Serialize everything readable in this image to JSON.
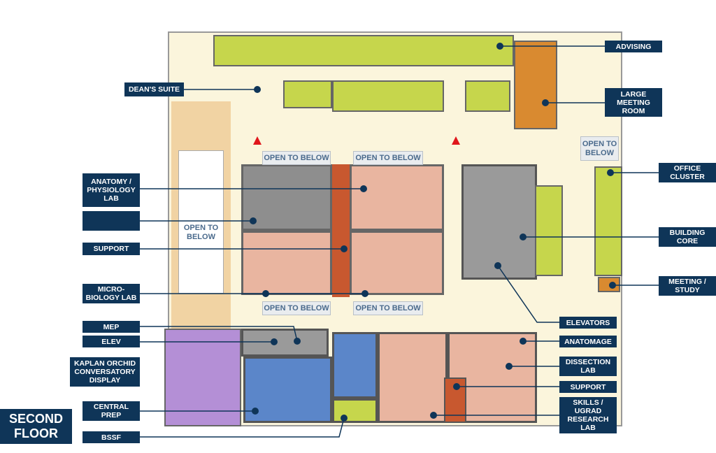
{
  "plan_title": "SECOND FLOOR",
  "open_to_below": [
    "OPEN TO BELOW",
    "OPEN TO BELOW",
    "OPEN TO BELOW",
    "OPEN TO BELOW",
    "OPEN TO BELOW",
    "OPEN TO BELOW"
  ],
  "callouts_left": {
    "deans_suite": "DEAN'S SUITE",
    "anatomy": "ANATOMY / PHYSIOLOGY LAB",
    "blank": "",
    "support": "SUPPORT",
    "micro": "MICRO-BIOLOGY LAB",
    "mep": "MEP",
    "elev": "ELEV",
    "kaplan": "KAPLAN ORCHID CONVERSATORY DISPLAY",
    "central_prep": "CENTRAL PREP",
    "bssf": "BSSF"
  },
  "callouts_right": {
    "advising": "ADVISING",
    "large_meeting": "LARGE MEETING ROOM",
    "office_cluster": "OFFICE CLUSTER",
    "building_core": "BUILDING CORE",
    "meeting_study": "MEETING / STUDY",
    "elevators": "ELEVATORS",
    "anatomage": "ANATOMAGE",
    "dissection": "DISSECTION LAB",
    "support": "SUPPORT",
    "skills": "SKILLS / UGRAD RESEARCH LAB"
  },
  "colors": {
    "label_bg": "#0f3558",
    "floor": "#fbf5dc",
    "office_green": "#c6d64c",
    "meeting_orange": "#d98a30",
    "lab_gray": "#8e8e8e",
    "lab_salmon": "#e9b5a0",
    "support_rust": "#c8582f",
    "prep_blue": "#5b86c9",
    "orchid_purple": "#b48fd6",
    "atrium_tan": "#f1d3a3",
    "entry_marker": "#e0161b"
  }
}
